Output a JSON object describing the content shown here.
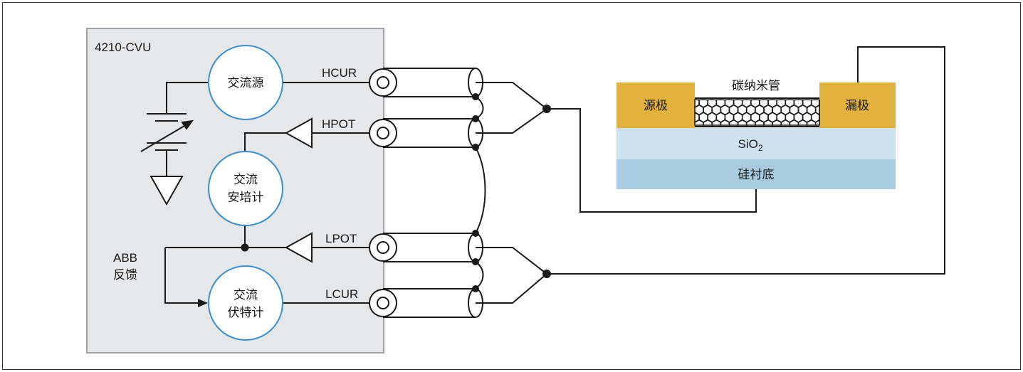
{
  "instrument": {
    "name": "4210-CVU",
    "ac_source": "交流源",
    "ammeter_line1": "交流",
    "ammeter_line2": "安培计",
    "voltmeter_line1": "交流",
    "voltmeter_line2": "伏特计",
    "abb_line1": "ABB",
    "abb_line2": "反馈",
    "terminals": [
      "HCUR",
      "HPOT",
      "LPOT",
      "LCUR"
    ]
  },
  "device": {
    "source": "源极",
    "drain": "漏极",
    "channel": "碳纳米管",
    "oxide_main": "SiO",
    "oxide_sub": "2",
    "substrate": "硅衬底"
  },
  "colors": {
    "instrument_box": "#e6e7e9",
    "instrument_border": "#9fa1a4",
    "circle_fill": "#ffffff",
    "circle_stroke": "#3a8fd0",
    "electrode": "#e3b23c",
    "oxide": "#cde2ee",
    "substrate": "#a9cbe0",
    "wire": "#1a1a1a"
  }
}
